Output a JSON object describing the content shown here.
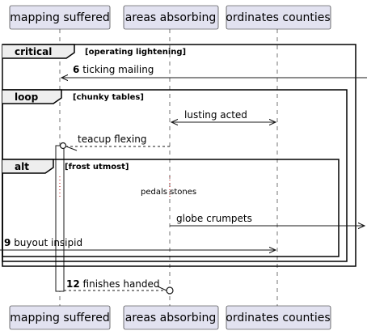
{
  "participants": [
    {
      "id": "p1",
      "label": "mapping suffered"
    },
    {
      "id": "p2",
      "label": "areas absorbing"
    },
    {
      "id": "p3",
      "label": "ordinates counties"
    }
  ],
  "frames": {
    "critical": {
      "keyword": "critical",
      "condition": "[operating lightening]"
    },
    "loop": {
      "keyword": "loop",
      "condition": "[chunky tables]"
    },
    "alt": {
      "keyword": "alt",
      "condition": "[frost utmost]"
    }
  },
  "messages": [
    {
      "num": "6",
      "text": "ticking mailing"
    },
    {
      "num": "",
      "text": "lusting acted"
    },
    {
      "num": "",
      "text": "teacup flexing"
    },
    {
      "num": "",
      "text": "pedals stones"
    },
    {
      "num": "",
      "text": "globe crumpets"
    },
    {
      "num": "9",
      "text": "buyout insipid"
    },
    {
      "num": "12",
      "text": "finishes handed"
    }
  ],
  "colors": {
    "participant_fill": "#E2E2F0",
    "participant_border": "#181818",
    "lifeline": "#181818",
    "frame_border": "#000000",
    "background": "#FFFFFF"
  }
}
